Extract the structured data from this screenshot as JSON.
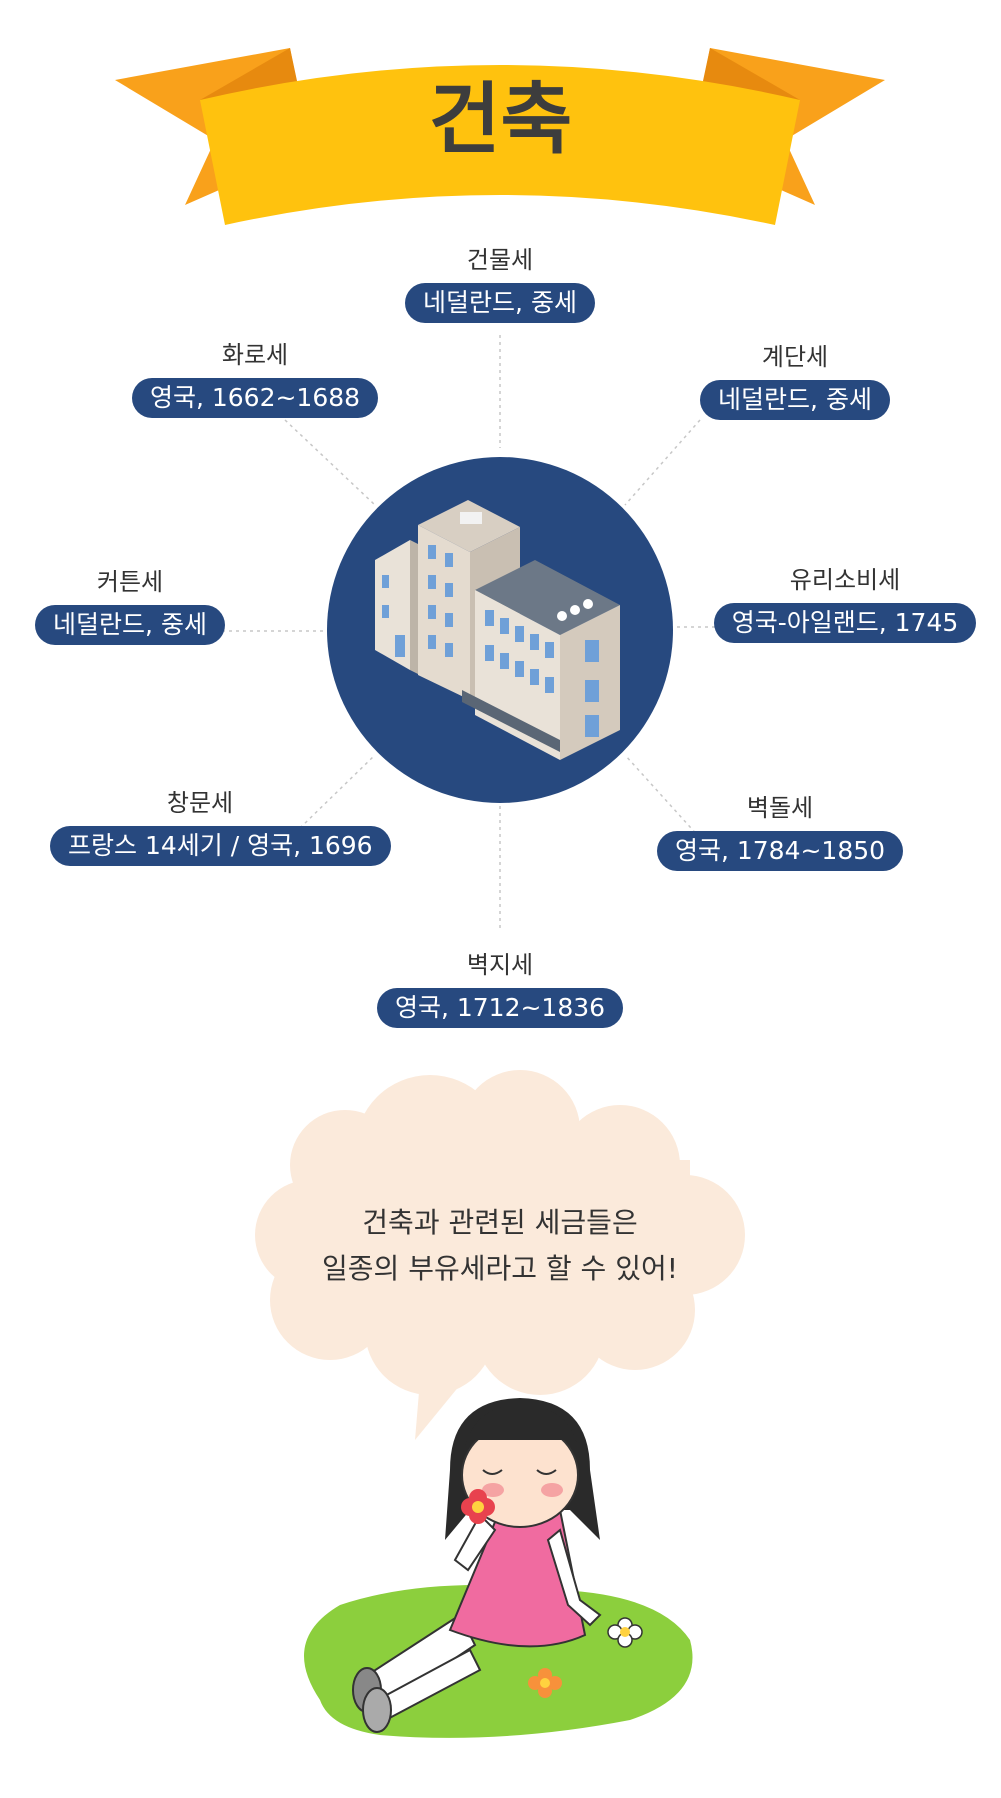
{
  "title": "건축",
  "colors": {
    "ribbon_main": "#ffc20e",
    "ribbon_side": "#f9a11b",
    "ribbon_fold": "#e78a0f",
    "hub": "#27497f",
    "pill": "#27497f",
    "bubble": "#fbeadb",
    "grass": "#8ccf3d"
  },
  "taxes": [
    {
      "name": "건물세",
      "info": "네덜란드, 중세"
    },
    {
      "name": "계단세",
      "info": "네덜란드, 중세"
    },
    {
      "name": "유리소비세",
      "info": "영국-아일랜드, 1745"
    },
    {
      "name": "벽돌세",
      "info": "영국, 1784~1850"
    },
    {
      "name": "벽지세",
      "info": "영국, 1712~1836"
    },
    {
      "name": "창문세",
      "info": "프랑스 14세기 / 영국, 1696"
    },
    {
      "name": "커튼세",
      "info": "네덜란드, 중세"
    },
    {
      "name": "화로세",
      "info": "영국, 1662~1688"
    }
  ],
  "bubble": {
    "line1": "건축과 관련된 세금들은",
    "line2": "일종의 부유세라고 할 수 있어!"
  },
  "icons": {
    "hub": "building-icon",
    "character": "girl-smelling-flower-illustration"
  }
}
